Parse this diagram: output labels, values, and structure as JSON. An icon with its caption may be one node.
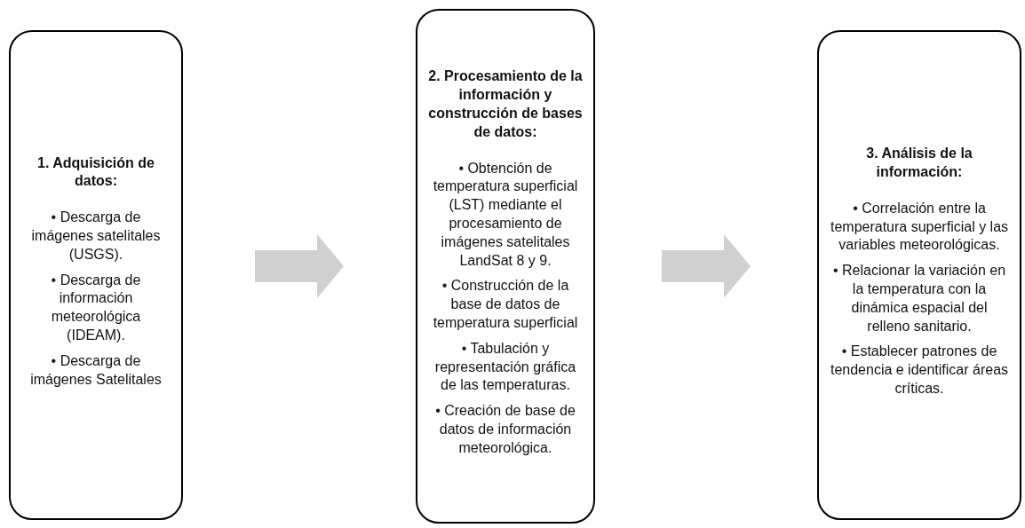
{
  "diagram": {
    "nodes": [
      {
        "text": [
          "1. Adquisición de datos:",
          "• Descarga de imágenes satelitales (USGS).",
          "• Descarga de información meteorológica (IDEAM).",
          "• Descarga de imágenes Satelitales"
        ]
      },
      {
        "text": [
          "2. Procesamiento de la información y construcción de bases de datos:",
          "• Obtención de temperatura superficial (LST) mediante el procesamiento de imágenes satelitales LandSat 8 y 9.",
          "• Construcción de la base de datos de temperatura superficial",
          "• Tabulación y representación gráfica de las temperaturas.",
          "• Creación de base de datos de información meteorológica."
        ]
      },
      {
        "text": [
          "3. Análisis de la información:",
          "• Correlación entre la temperatura superficial y las variables meteorológicas.",
          "• Relacionar la variación en la temperatura con la dinámica espacial del relleno sanitario.",
          "• Establecer patrones de tendencia e identificar áreas críticas."
        ]
      }
    ],
    "edges": [
      {
        "from": 0,
        "to": 1,
        "arrow": "to"
      },
      {
        "from": 1,
        "to": 2,
        "arrow": "to"
      }
    ]
  }
}
